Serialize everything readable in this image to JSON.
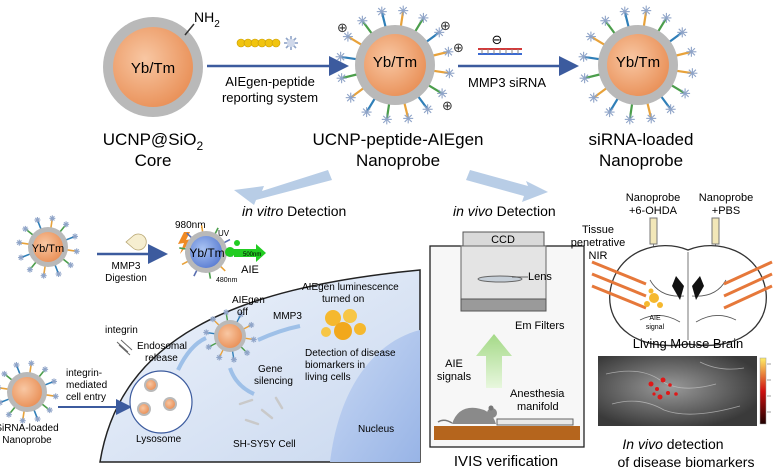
{
  "top_row": {
    "core_label": "Yb/Tm",
    "amine_label": "NH",
    "amine_subscript": "2",
    "core_name_line1_prefix": "UCNP@SiO",
    "core_name_line1_subscript": "2",
    "core_name_line2": "Core",
    "step1_line1": "AIEgen-peptide",
    "step1_line2": "reporting system",
    "probe_label": "Yb/Tm",
    "probe_name_line1": "UCNP-peptide-AIEgen",
    "probe_name_line2": "Nanoprobe",
    "step2_label": "MMP3 siRNA",
    "step2_charge": "⊖",
    "loaded_label": "Yb/Tm",
    "loaded_name_line1": "siRNA-loaded",
    "loaded_name_line2": "Nanoprobe",
    "plus_sign": "⊕"
  },
  "in_vitro": {
    "title_italic": "in vitro",
    "title_rest": " Detection",
    "probe_label": "Yb/Tm",
    "digestion_line1": "MMP3",
    "digestion_line2": "Digestion",
    "excitation": "980nm",
    "uv": "UV",
    "wavelength_short": "480nm",
    "emission": "500nm",
    "aie": "AIE",
    "digested_label": "Yb/Tm"
  },
  "cell": {
    "integrin": "integrin",
    "entry_line1": "integrin-",
    "entry_line2": "mediated",
    "entry_line3": "cell entry",
    "nanoprobe_line1": "SiRNA-loaded",
    "nanoprobe_line2": "Nanoprobe",
    "endosomal_line1": "Endosomal",
    "endosomal_line2": "release",
    "aie_off_line1": "AIEgen",
    "aie_off_line2": "off",
    "mmp3": "MMP3",
    "lum_line1": "AIEgen luminescence",
    "lum_line2": "turned on",
    "detect_line1": "Detection of disease",
    "detect_line2": "biomarkers in",
    "detect_line3": "living cells",
    "gene_line1": "Gene",
    "gene_line2": "silencing",
    "lysosome": "Lysosome",
    "cell_name": "SH-SY5Y Cell",
    "nucleus": "Nucleus"
  },
  "in_vivo": {
    "title_italic": "in vivo",
    "title_rest": " Detection",
    "ccd": "CCD",
    "lens": "Lens",
    "filters": "Em Filters",
    "signals_line1": "AIE",
    "signals_line2": "signals",
    "anesthesia_line1": "Anesthesia",
    "anesthesia_line2": "manifold",
    "caption": "IVIS verification"
  },
  "brain": {
    "probe1_line1": "Nanoprobe",
    "probe1_line2": "+6-OHDA",
    "probe2_line1": "Nanoprobe",
    "probe2_line2": "+PBS",
    "tissue_line1": "Tissue",
    "tissue_line2": "penetrative",
    "tissue_line3": "NIR",
    "aie_signal_line1": "AIE",
    "aie_signal_line2": "signal",
    "caption": "Living Mouse Brain",
    "detection_line1_italic": "In vivo",
    "detection_line1_rest": " detection",
    "detection_line2": "of disease biomarkers"
  },
  "colors": {
    "core_fill": "#f4a97a",
    "shell": "#b9b9b9",
    "arrow_blue": "#3c5b9e",
    "pale_arrow": "#b8cde6",
    "aie_green": "#22cc22",
    "peptide_yellow": "#f1c40f",
    "bench": "#b5651d"
  }
}
